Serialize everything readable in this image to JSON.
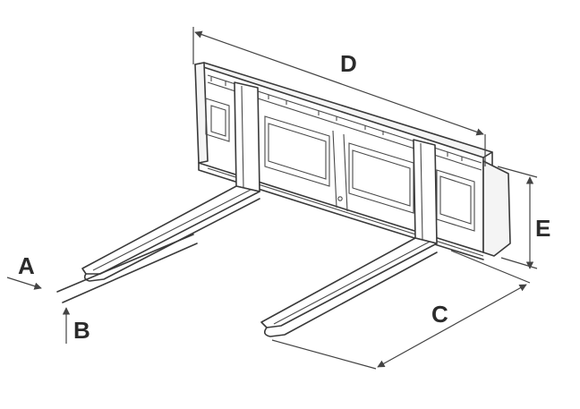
{
  "diagram": {
    "labels": {
      "a": "A",
      "b": "B",
      "c": "C",
      "d": "D",
      "e": "E"
    },
    "colors": {
      "line": "#3a3a3a",
      "background": "#ffffff",
      "label": "#2b2b2b"
    }
  }
}
